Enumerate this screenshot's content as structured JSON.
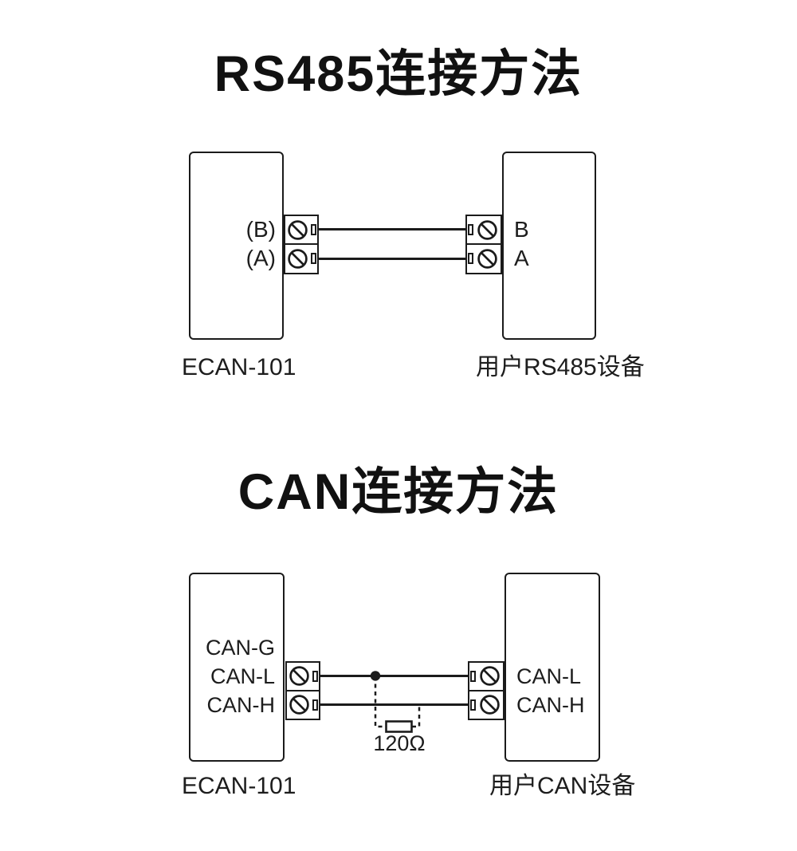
{
  "colors": {
    "line": "#1b1b1b",
    "background": "#ffffff"
  },
  "rs485": {
    "title": "RS485连接方法",
    "left_device": {
      "caption": "ECAN-101",
      "port_b": "(B)",
      "port_a": "(A)"
    },
    "right_device": {
      "caption": "用户RS485设备",
      "port_b": "B",
      "port_a": "A"
    }
  },
  "can": {
    "title": "CAN连接方法",
    "left_device": {
      "caption": "ECAN-101",
      "port_g": "CAN-G",
      "port_l": "CAN-L",
      "port_h": "CAN-H"
    },
    "right_device": {
      "caption": "用户CAN设备",
      "port_l": "CAN-L",
      "port_h": "CAN-H"
    },
    "terminator_label": "120Ω"
  }
}
